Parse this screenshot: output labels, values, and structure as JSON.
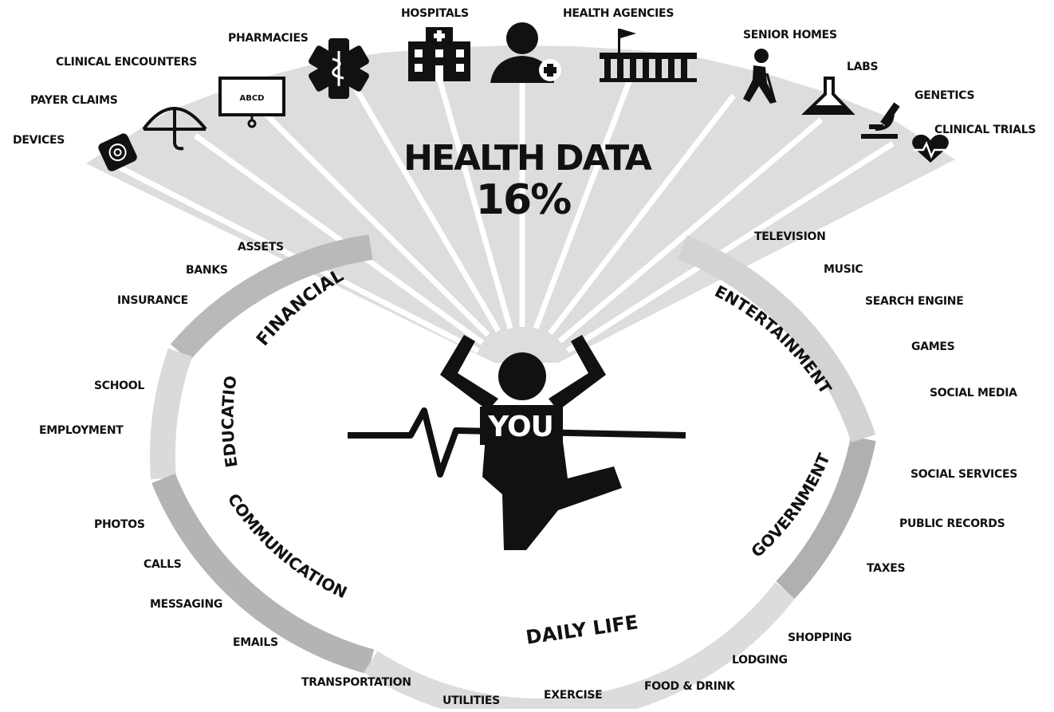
{
  "health": {
    "title": "HEALTH DATA",
    "percent": "16%",
    "sources": {
      "devices": "DEVICES",
      "payer_claims": "PAYER CLAIMS",
      "clinical_encounters": "CLINICAL ENCOUNTERS",
      "pharmacies": "PHARMACIES",
      "hospitals": "HOSPITALS",
      "health_agencies": "HEALTH AGENCIES",
      "senior_homes": "SENIOR HOMES",
      "labs": "LABS",
      "genetics": "GENETICS",
      "clinical_trials": "CLINICAL TRIALS"
    },
    "icon_labels": {
      "abcd": "ABCD"
    }
  },
  "center": {
    "label": "YOU"
  },
  "segments": {
    "financial": "FINANCIAL",
    "education": "EDUCATION",
    "communication": "COMMUNICATION",
    "daily_life": "DAILY LIFE",
    "government": "GOVERNMENT",
    "entertainment": "ENTERTAINMENT"
  },
  "items": {
    "assets": "ASSETS",
    "banks": "BANKS",
    "insurance": "INSURANCE",
    "school": "SCHOOL",
    "employment": "EMPLOYMENT",
    "photos": "PHOTOS",
    "calls": "CALLS",
    "messaging": "MESSAGING",
    "emails": "EMAILS",
    "transportation": "TRANSPORTATION",
    "utilities": "UTILITIES",
    "exercise": "EXERCISE",
    "food_drink": "FOOD & DRINK",
    "lodging": "LODGING",
    "shopping": "SHOPPING",
    "taxes": "TAXES",
    "public_records": "PUBLIC RECORDS",
    "social_services": "SOCIAL SERVICES",
    "social_media": "SOCIAL MEDIA",
    "games": "GAMES",
    "search_engine": "SEARCH ENGINE",
    "music": "MUSIC",
    "television": "TELEVISION"
  },
  "colors": {
    "fan": "#dddddd",
    "ring_light": "#dcdcdc",
    "ring_mid": "#c9c9c9",
    "ring_dark": "#b4b4b4",
    "ink": "#111111"
  }
}
